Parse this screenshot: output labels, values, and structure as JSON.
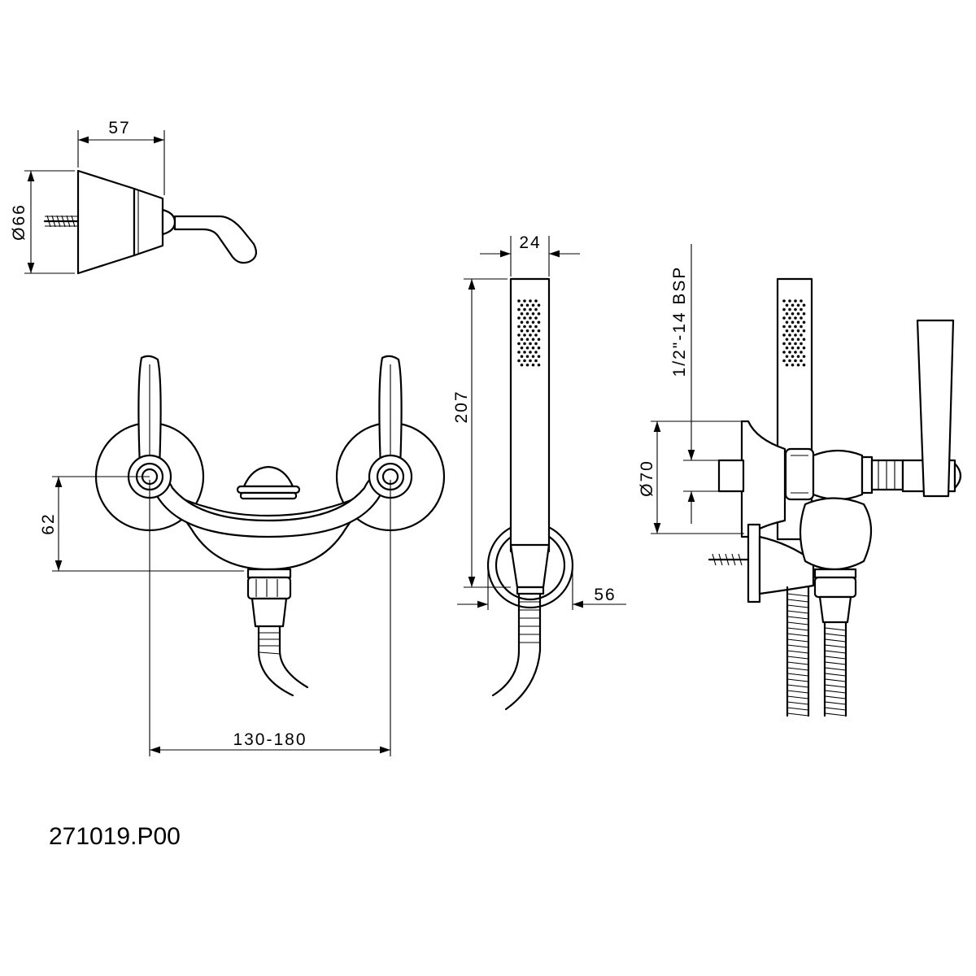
{
  "product_code": "271019.P00",
  "dimensions": {
    "wall_holder_width": "57",
    "wall_holder_diameter": "Ø66",
    "centre_height": "62",
    "centre_distance": "130-180",
    "handshower_width": "24",
    "handshower_length": "207",
    "bracket_depth": "56",
    "flange_diameter": "Ø70",
    "connection_thread": "1/2\"-14 BSP"
  }
}
